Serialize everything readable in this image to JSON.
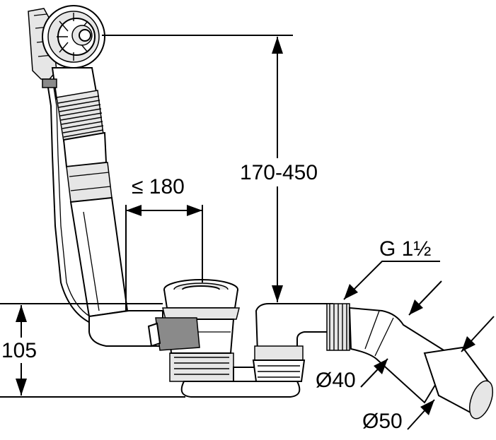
{
  "dimensions": {
    "height_range": "170-450",
    "max_distance": "≤ 180",
    "trap_height": "105",
    "thread": "G 1½",
    "diameter_small": "Ø40",
    "diameter_large": "Ø50"
  },
  "colors": {
    "line": "#000000",
    "background": "#ffffff",
    "part_shade": "#e6e6e6",
    "part_dark": "#8a8a8a"
  }
}
